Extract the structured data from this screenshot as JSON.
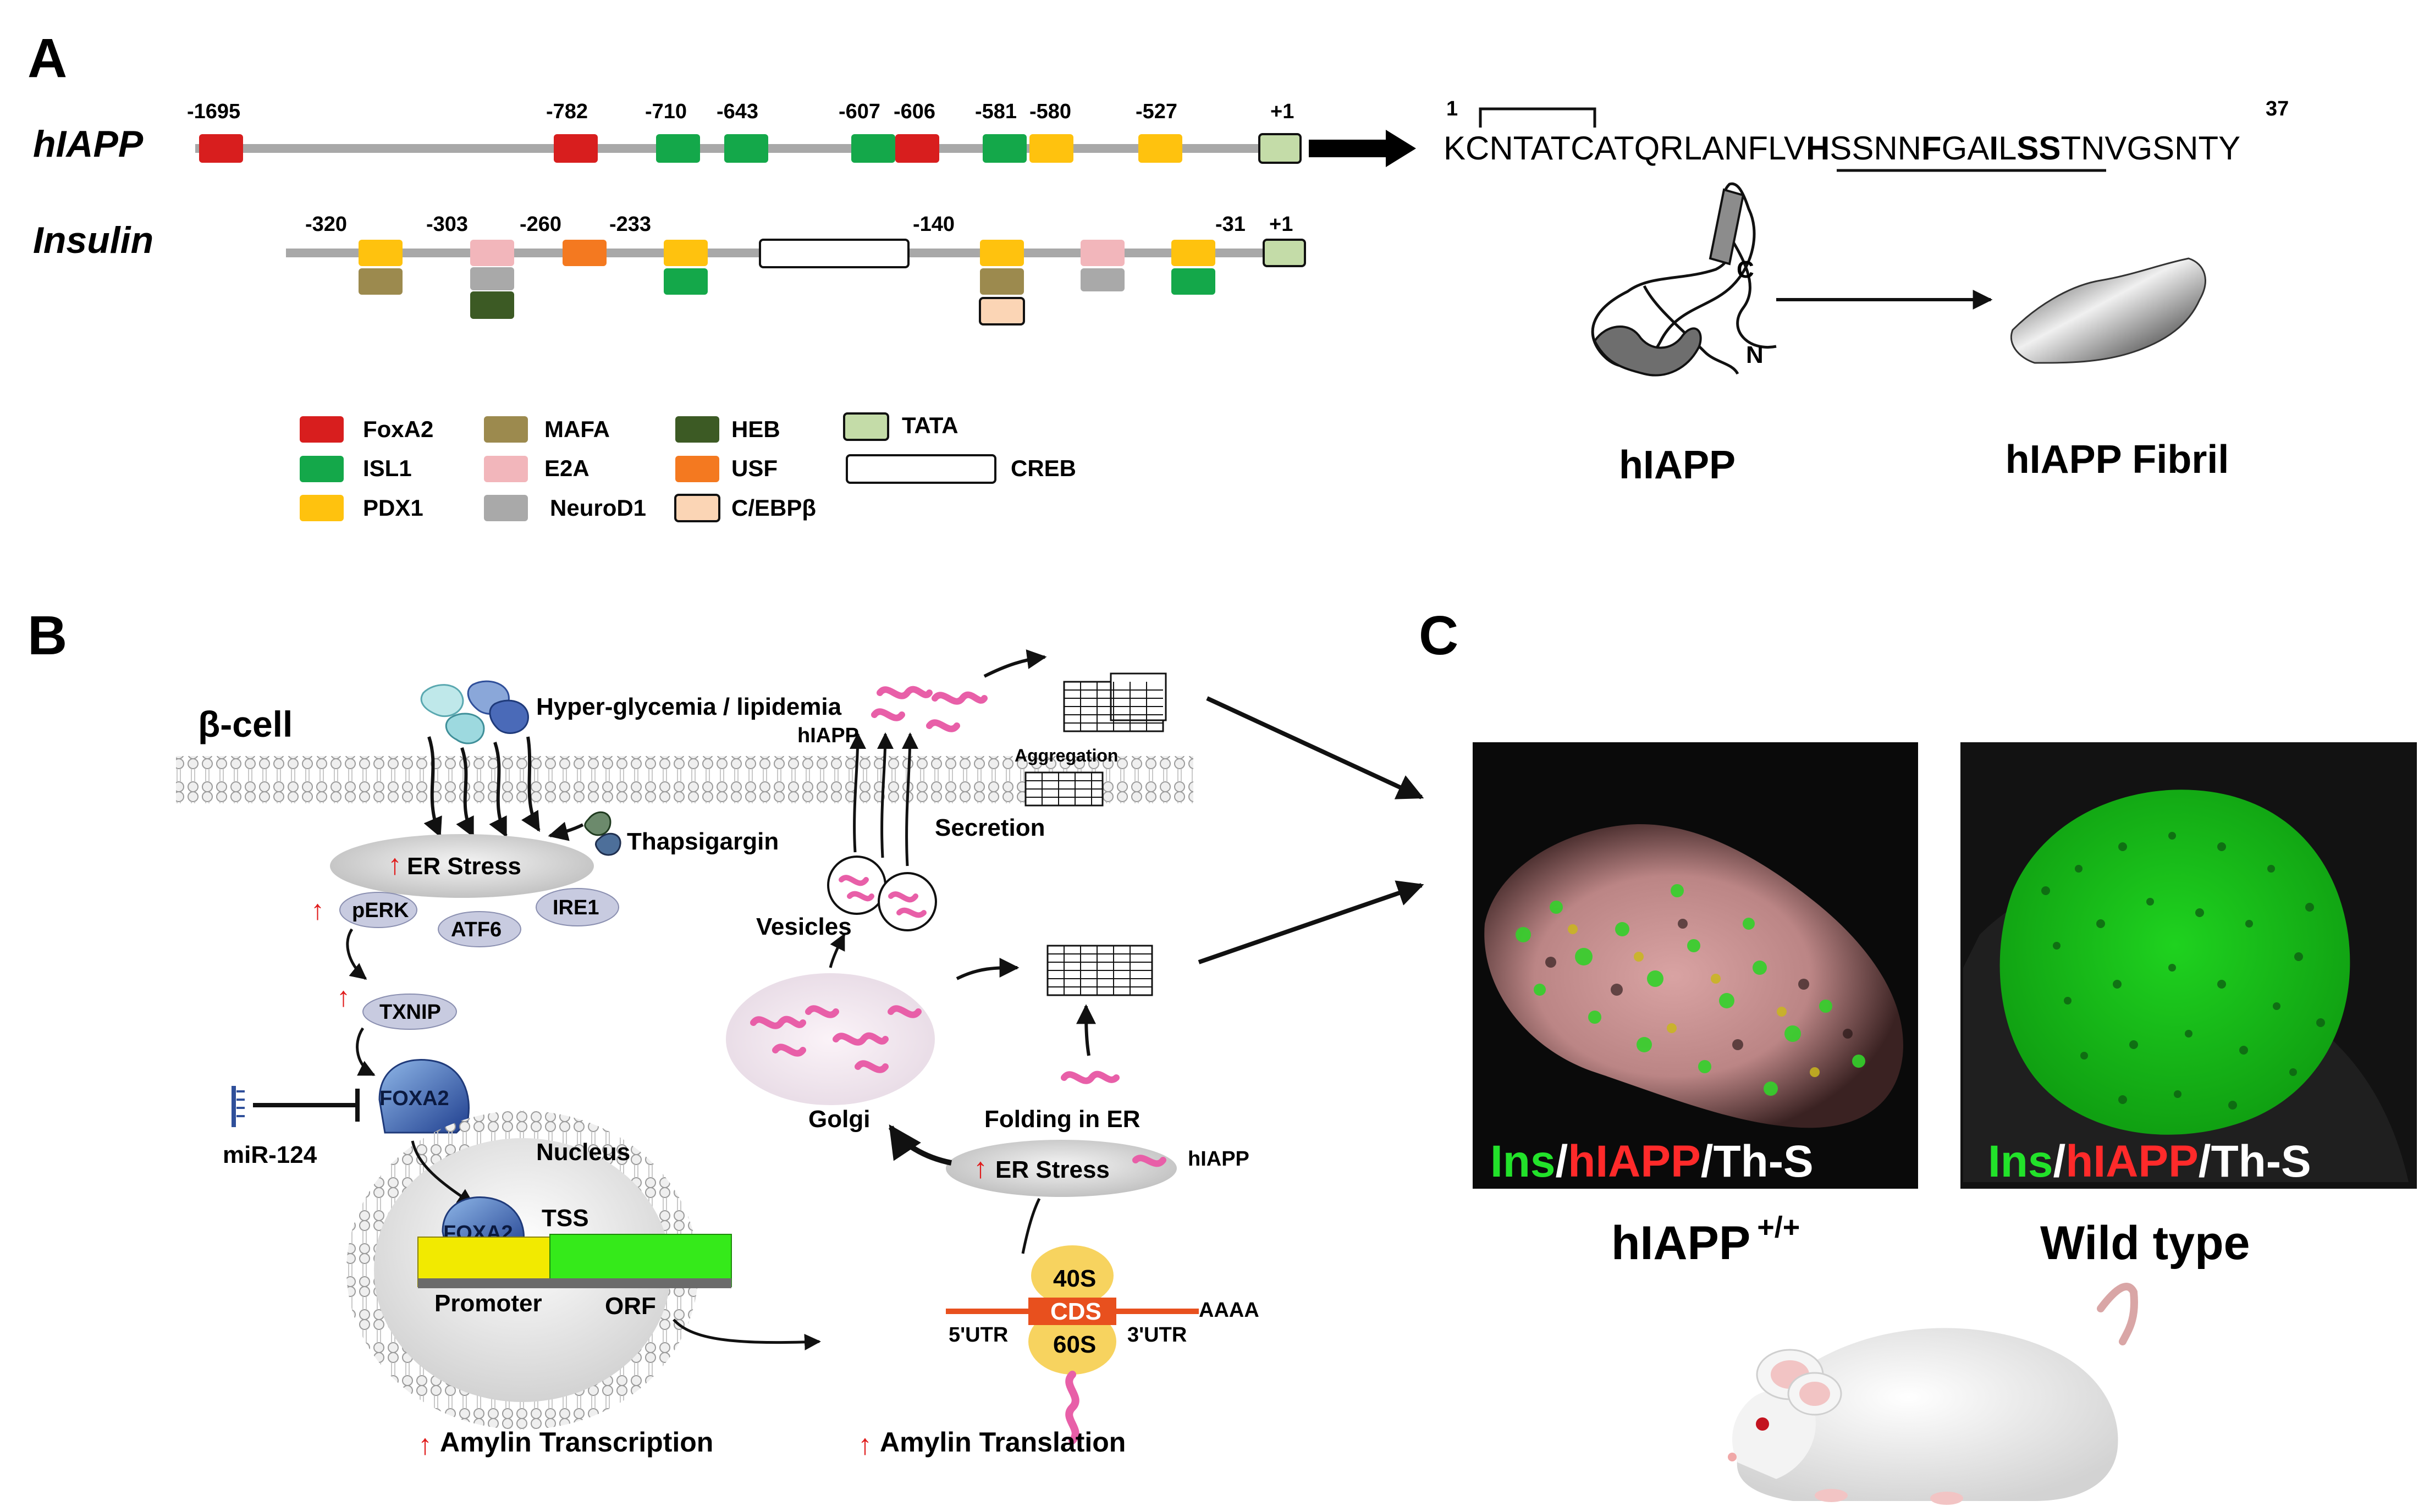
{
  "panels": {
    "a": "A",
    "b": "B",
    "c": "C"
  },
  "colors": {
    "FoxA2": "#d81e1e",
    "ISL1": "#14a84a",
    "PDX1": "#ffc20e",
    "MAFA": "#9c8a4e",
    "E2A": "#f2b6bb",
    "NeuroD1": "#a9a9a9",
    "HEB": "#3c5a24",
    "USF": "#f47920",
    "CEBPb": "#fbd5b5",
    "TATA": "#c4dca8",
    "CREB": "#ffffff",
    "arrow_red": "#e01b1b",
    "pink": "#e85fa8",
    "ins_green": "#22e22a",
    "hiapp_red": "#ff2a2a"
  },
  "panel_a": {
    "hiapp_track": {
      "name": "hIAPP",
      "positions": [
        {
          "label": "-1695",
          "tf": "FoxA2"
        },
        {
          "label": "-782",
          "tf": "FoxA2"
        },
        {
          "label": "-710",
          "tf": "ISL1"
        },
        {
          "label": "-643",
          "tf": "ISL1"
        },
        {
          "label": "-607",
          "tf": "ISL1"
        },
        {
          "label": "-606",
          "tf": "FoxA2"
        },
        {
          "label": "-581",
          "tf": "ISL1"
        },
        {
          "label": "-580",
          "tf": "PDX1"
        },
        {
          "label": "-527",
          "tf": "PDX1"
        },
        {
          "label": "+1",
          "tf": "TATA"
        }
      ]
    },
    "insulin_track": {
      "name": "Insulin",
      "positions": [
        "-320",
        "-303",
        "-260",
        "-233",
        "-140",
        "-31",
        "+1"
      ]
    },
    "sequence": {
      "start": "1",
      "end": "37",
      "segments": [
        {
          "t": "KCNTATCATQRLANFLV",
          "b": false
        },
        {
          "t": "H",
          "b": true
        },
        {
          "t": "SSNN",
          "b": false
        },
        {
          "t": "F",
          "b": true
        },
        {
          "t": "GA",
          "b": false
        },
        {
          "t": "I",
          "b": true
        },
        {
          "t": "L",
          "b": false
        },
        {
          "t": "SS",
          "b": true
        },
        {
          "t": "TNVGSNTY",
          "b": false
        }
      ]
    },
    "structure_labels": {
      "c": "C",
      "n": "N"
    },
    "monomer_label": "hIAPP",
    "fibril_label": "hIAPP Fibril",
    "legend": [
      {
        "label": "FoxA2",
        "tf": "FoxA2"
      },
      {
        "label": "ISL1",
        "tf": "ISL1"
      },
      {
        "label": "PDX1",
        "tf": "PDX1"
      },
      {
        "label": "MAFA",
        "tf": "MAFA"
      },
      {
        "label": "E2A",
        "tf": "E2A"
      },
      {
        "label": "NeuroD1",
        "tf": "NeuroD1"
      },
      {
        "label": "HEB",
        "tf": "HEB"
      },
      {
        "label": "USF",
        "tf": "USF"
      },
      {
        "label": "C/EBPβ",
        "tf": "CEBPb"
      },
      {
        "label": "TATA",
        "tf": "TATA"
      },
      {
        "label": "CREB",
        "tf": "CREB"
      }
    ]
  },
  "panel_b": {
    "cell_label": "β-cell",
    "hyperglycemia": "Hyper-glycemia / lipidemia",
    "thapsigargin": "Thapsigargin",
    "er_stress": "ER Stress",
    "perk": "pERK",
    "atf6": "ATF6",
    "ire1": "IRE1",
    "txnip": "TXNIP",
    "foxa2": "FOXA2",
    "mir124": "miR-124",
    "nucleus": "Nucleus",
    "tss": "TSS",
    "promoter": "Promoter",
    "orf": "ORF",
    "amylin_transcription": "Amylin Transcription",
    "amylin_translation": "Amylin Translation",
    "golgi": "Golgi",
    "vesicles": "Vesicles",
    "secretion": "Secretion",
    "aggregation": "Aggregation",
    "hiapp_top": "hIAPP",
    "folding_in_er": "Folding in ER",
    "er_stress_2": "ER Stress",
    "hiapp_er": "hIAPP",
    "s40": "40S",
    "cds": "CDS",
    "s60": "60S",
    "utr5": "5'UTR",
    "utr3": "3'UTR",
    "polya": "AAAA"
  },
  "panel_c": {
    "stain": {
      "ins": "Ins",
      "sep1": "/",
      "hiapp": "hIAPP",
      "sep2": "/",
      "ths": "Th-S"
    },
    "label_left": "hIAPP",
    "label_left_sup": "+/+",
    "label_right": "Wild type"
  }
}
